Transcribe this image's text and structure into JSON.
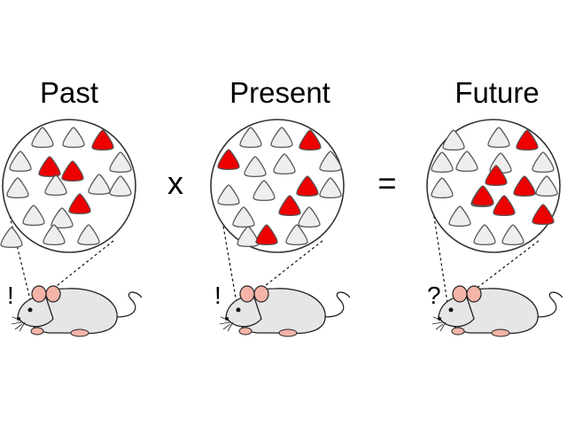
{
  "panels": [
    {
      "id": "past",
      "title": "Past",
      "mark": "!",
      "cells": [
        {
          "c": 0
        },
        {
          "c": 0
        },
        {
          "c": 1
        },
        {
          "c": 0
        },
        {
          "c": 1
        },
        {
          "c": 1
        },
        {
          "c": 0
        },
        {
          "c": 0
        },
        {
          "c": 0
        },
        {
          "c": 1
        },
        {
          "c": 0
        },
        {
          "c": 0
        },
        {
          "c": 0
        },
        {
          "c": 0
        },
        {
          "c": 0
        },
        {
          "c": 0
        },
        {
          "c": 0
        }
      ]
    },
    {
      "id": "present",
      "title": "Present",
      "mark": "!",
      "cells": [
        {
          "c": 0
        },
        {
          "c": 0
        },
        {
          "c": 1
        },
        {
          "c": 1
        },
        {
          "c": 0
        },
        {
          "c": 0
        },
        {
          "c": 0
        },
        {
          "c": 0
        },
        {
          "c": 0
        },
        {
          "c": 1
        },
        {
          "c": 0
        },
        {
          "c": 0
        },
        {
          "c": 1
        },
        {
          "c": 0
        },
        {
          "c": 0
        },
        {
          "c": 1
        },
        {
          "c": 0
        }
      ]
    },
    {
      "id": "future",
      "title": "Future",
      "mark": "?",
      "cells": [
        {
          "c": 0
        },
        {
          "c": 0
        },
        {
          "c": 1
        },
        {
          "c": 0
        },
        {
          "c": 0
        },
        {
          "c": 0
        },
        {
          "c": 0
        },
        {
          "c": 0
        },
        {
          "c": 1
        },
        {
          "c": 0
        },
        {
          "c": 1
        },
        {
          "c": 0
        },
        {
          "c": 1
        },
        {
          "c": 1
        },
        {
          "c": 0
        },
        {
          "c": 0
        },
        {
          "c": 0
        },
        {
          "c": 1
        }
      ]
    }
  ],
  "operators": {
    "multiply": "x",
    "equals": "="
  },
  "colors": {
    "active": "#ee0000",
    "inactive": "#eeeeee",
    "mouse_body": "#e6e6e6",
    "mouse_pink": "#f4b4a8"
  }
}
